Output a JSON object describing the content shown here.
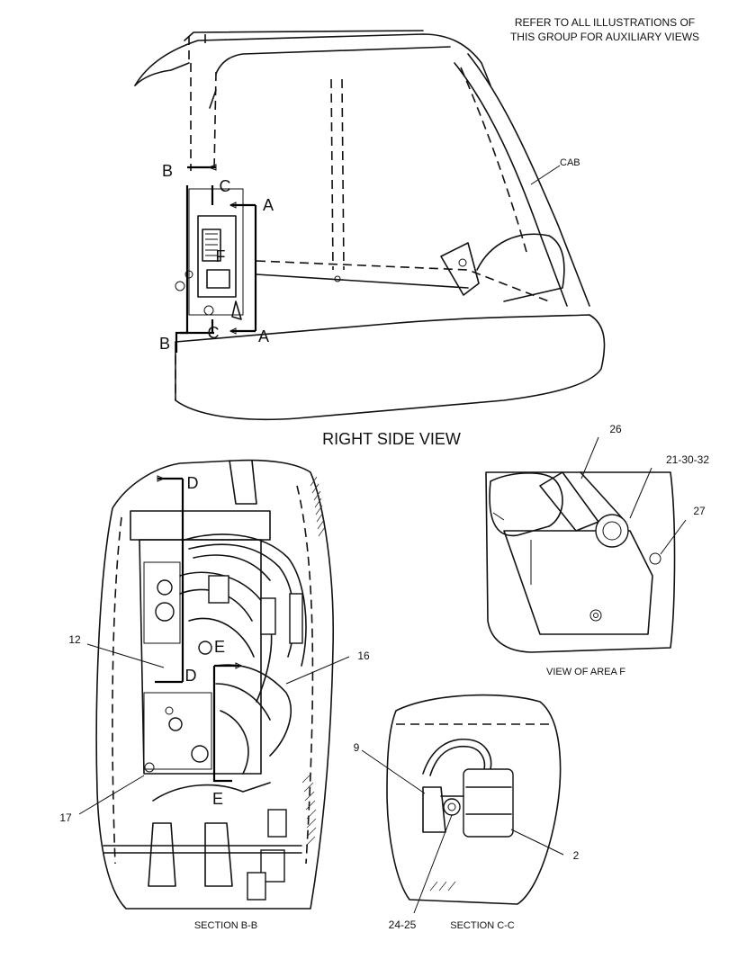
{
  "notes": {
    "refer_line1": "REFER TO ALL ILLUSTRATIONS OF",
    "refer_line2": "THIS GROUP FOR AUXILIARY VIEWS"
  },
  "right_side_view": {
    "title": "RIGHT SIDE VIEW",
    "cab_label": "CAB",
    "section_markers": {
      "b_top": "B",
      "b_bottom": "B",
      "c_top": "C",
      "c_bottom": "C",
      "a_top": "A",
      "a_bottom": "A",
      "f_area": "F"
    }
  },
  "view_area_f": {
    "caption": "VIEW OF AREA F",
    "callouts": {
      "c26": "26",
      "c21": "21-30-32",
      "c27": "27"
    }
  },
  "section_bb": {
    "caption": "SECTION B-B",
    "markers": {
      "d_top": "D",
      "d_bottom": "D",
      "e_top": "E",
      "e_bottom": "E"
    },
    "callouts": {
      "c12": "12",
      "c16": "16",
      "c17": "17"
    }
  },
  "section_cc": {
    "caption": "SECTION C-C",
    "callouts": {
      "c9": "9",
      "c2": "2",
      "c24": "24-25"
    }
  }
}
